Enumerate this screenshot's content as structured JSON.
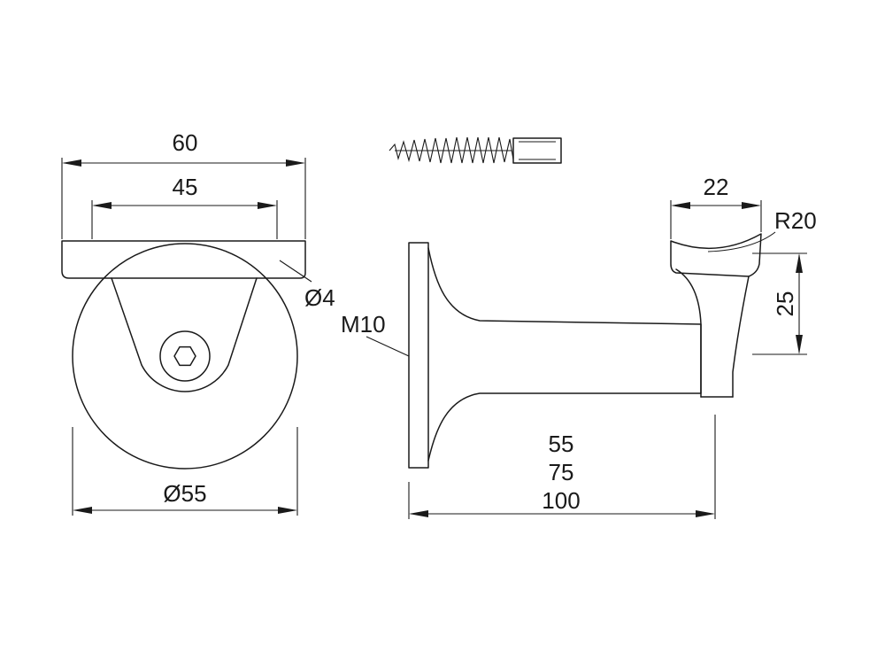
{
  "drawing": {
    "front_view": {
      "width_overall": "60",
      "hole_spacing": "45",
      "hole_diameter": "Ø4",
      "base_diameter": "Ø55"
    },
    "screw": {
      "thread": "M10"
    },
    "side_view": {
      "saddle_width": "22",
      "saddle_radius": "R20",
      "saddle_height": "25",
      "projection_a": "55",
      "projection_b": "75",
      "projection_c": "100"
    }
  }
}
